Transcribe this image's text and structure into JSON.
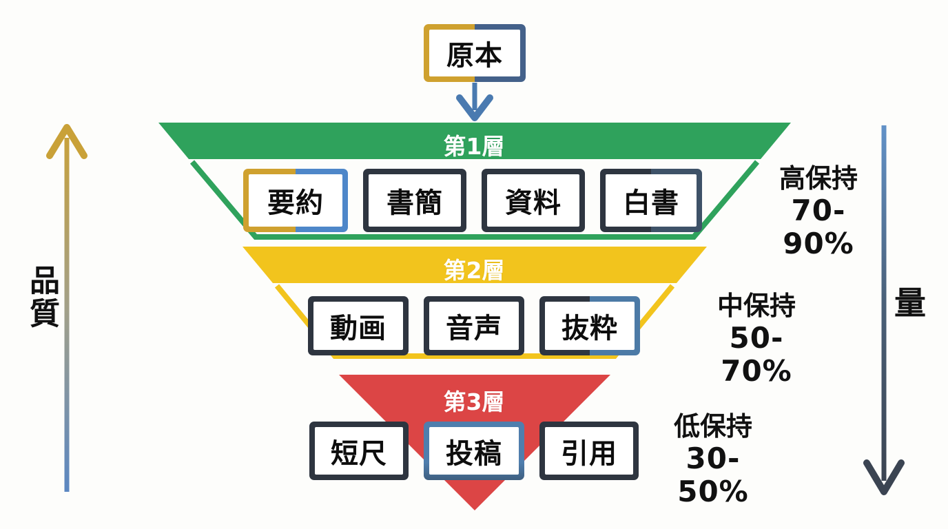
{
  "source": {
    "label": "原本"
  },
  "axis_left": {
    "label": "品質"
  },
  "axis_right": {
    "label": "量"
  },
  "tiers": [
    {
      "name": "第1層",
      "band_color": "#2fa25c",
      "items": [
        "要約",
        "書簡",
        "資料",
        "白書"
      ],
      "retention_label": "高保持",
      "retention_range": "70-90%"
    },
    {
      "name": "第2層",
      "band_color": "#f2c41d",
      "items": [
        "動画",
        "音声",
        "抜粋"
      ],
      "retention_label": "中保持",
      "retention_range": "50-70%"
    },
    {
      "name": "第3層",
      "band_color": "#dc4545",
      "items": [
        "短尺",
        "投稿",
        "引用"
      ],
      "retention_label": "低保持",
      "retention_range": "30-50%"
    }
  ],
  "colors": {
    "green": "#2fa25c",
    "yellow": "#f2c41d",
    "red": "#dc4545",
    "gold": "#cfa12f",
    "bright_blue": "#4e87c9",
    "slate_blue": "#44618a",
    "steel_blue": "#4c7aa6",
    "charcoal": "#2e3540",
    "navy": "#3e5268",
    "arrow_blue": "#4a7ab0",
    "arrow_dark": "#3b4452"
  }
}
